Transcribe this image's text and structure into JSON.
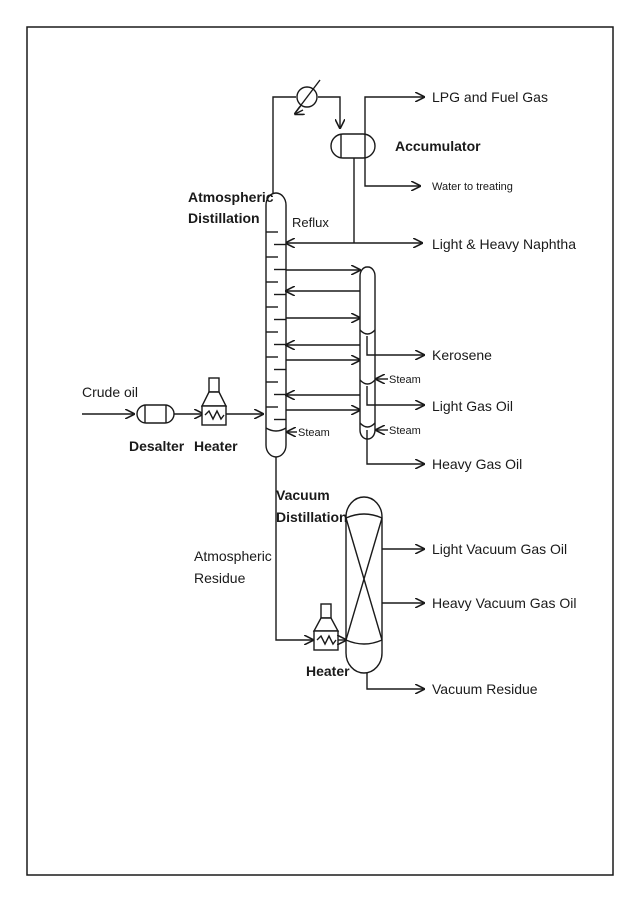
{
  "diagram": {
    "labels": {
      "lpg": "LPG and Fuel Gas",
      "accumulator": "Accumulator",
      "water": "Water to treating",
      "atm_line1": "Atmospheric",
      "atm_line2": "Distillation",
      "reflux": "Reflux",
      "naphtha": "Light & Heavy Naphtha",
      "kerosene": "Kerosene",
      "steam_1": "Steam",
      "light_gas_oil": "Light Gas Oil",
      "steam_2": "Steam",
      "steam_3": "Steam",
      "heavy_gas_oil": "Heavy Gas Oil",
      "crude_oil": "Crude oil",
      "desalter": "Desalter",
      "heater_1": "Heater",
      "vac_line1": "Vacuum",
      "vac_line2": "Distillation",
      "atm_res_line1": "Atmospheric",
      "atm_res_line2": "Residue",
      "lvgo": "Light Vacuum Gas Oil",
      "hvgo": "Heavy Vacuum Gas Oil",
      "heater_2": "Heater",
      "vacuum_residue": "Vacuum Residue"
    }
  }
}
